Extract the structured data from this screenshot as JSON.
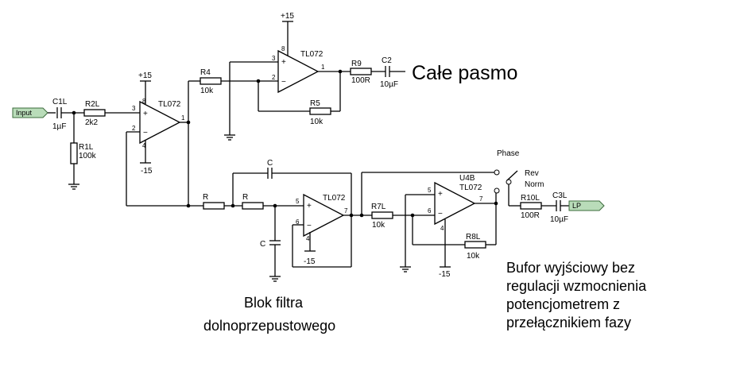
{
  "ports": {
    "input": "Input",
    "output": "LP"
  },
  "components": {
    "c1l": {
      "name": "C1L",
      "value": "1µF"
    },
    "r2l": {
      "name": "R2L",
      "value": "2k2"
    },
    "r1l": {
      "name": "R1L",
      "value": "100k"
    },
    "r4": {
      "name": "R4",
      "value": "10k"
    },
    "r5": {
      "name": "R5",
      "value": "10k"
    },
    "r9": {
      "name": "R9",
      "value": "100R"
    },
    "c2": {
      "name": "C2",
      "value": "10µF"
    },
    "r_a": {
      "name": "R"
    },
    "r_b": {
      "name": "R"
    },
    "c_top": {
      "name": "C"
    },
    "c_bottom": {
      "name": "C"
    },
    "r7l": {
      "name": "R7L",
      "value": "10k"
    },
    "r8l": {
      "name": "R8L",
      "value": "10k"
    },
    "r10l": {
      "name": "R10L",
      "value": "100R"
    },
    "c3l": {
      "name": "C3L",
      "value": "10µF"
    }
  },
  "opamps": {
    "buffer": {
      "name": "TL072",
      "pins": {
        "in_plus": "3",
        "in_minus": "2",
        "out": "1",
        "vplus": "8",
        "vminus": "4"
      }
    },
    "full": {
      "name": "TL072",
      "pins": {
        "in_plus": "3",
        "in_minus": "2",
        "out": "1",
        "vplus": "8"
      }
    },
    "filter": {
      "name": "TL072",
      "pins": {
        "in_plus": "5",
        "in_minus": "6",
        "out": "7",
        "vminus": "4"
      }
    },
    "phase": {
      "name": "TL072",
      "ref": "U4B",
      "pins": {
        "in_plus": "5",
        "in_minus": "6",
        "out": "7",
        "vminus": "4"
      }
    }
  },
  "supplies": {
    "plus": "+15",
    "minus": "-15"
  },
  "switch": {
    "title": "Phase",
    "rev": "Rev",
    "norm": "Norm"
  },
  "annotations": {
    "full_band": "Całe pasmo",
    "filter_line1": "Blok filtra",
    "filter_line2": "dolnoprzepustowego",
    "buffer_line1": "Bufor wyjściowy bez",
    "buffer_line2": "regulacji wzmocnienia",
    "buffer_line3": "potencjometrem z",
    "buffer_line4": "przełącznikiem fazy"
  }
}
